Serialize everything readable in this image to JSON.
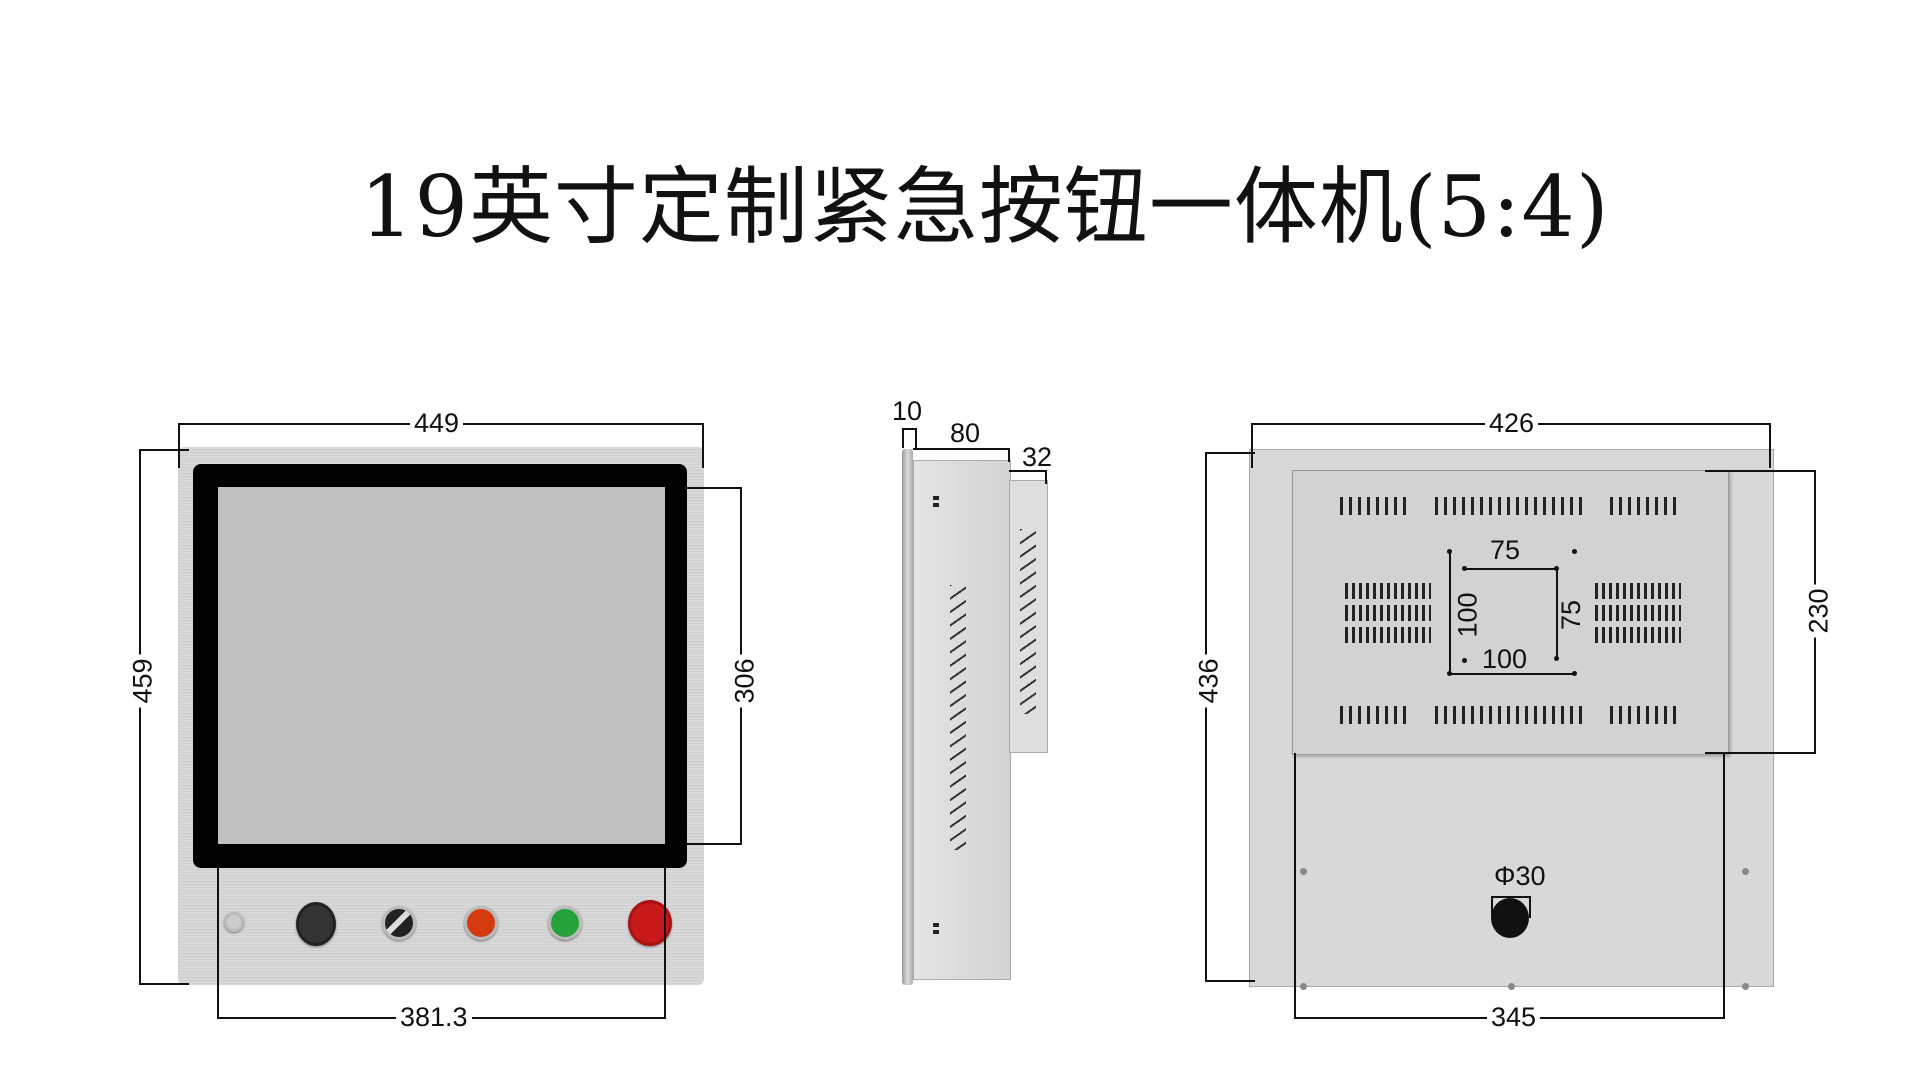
{
  "title": "19英寸定制紧急按钮一体机(5:4)",
  "front_view": {
    "width": "449",
    "height": "459",
    "screen_height": "306",
    "screen_width": "381.3",
    "buttons": [
      "power-indicator",
      "usb-port",
      "selector-switch",
      "red-button",
      "green-button",
      "emergency-stop"
    ],
    "colors": {
      "red": "#d33a10",
      "green": "#25a23a",
      "estop": "#c81a1a"
    }
  },
  "side_view": {
    "flange": "10",
    "depth": "80",
    "box_depth": "32"
  },
  "back_view": {
    "width": "426",
    "height": "436",
    "box_height": "230",
    "box_width": "345",
    "vesa_small": "75",
    "vesa_small_v": "75",
    "vesa_large": "100",
    "vesa_large_v": "100",
    "hole": "Φ30"
  }
}
